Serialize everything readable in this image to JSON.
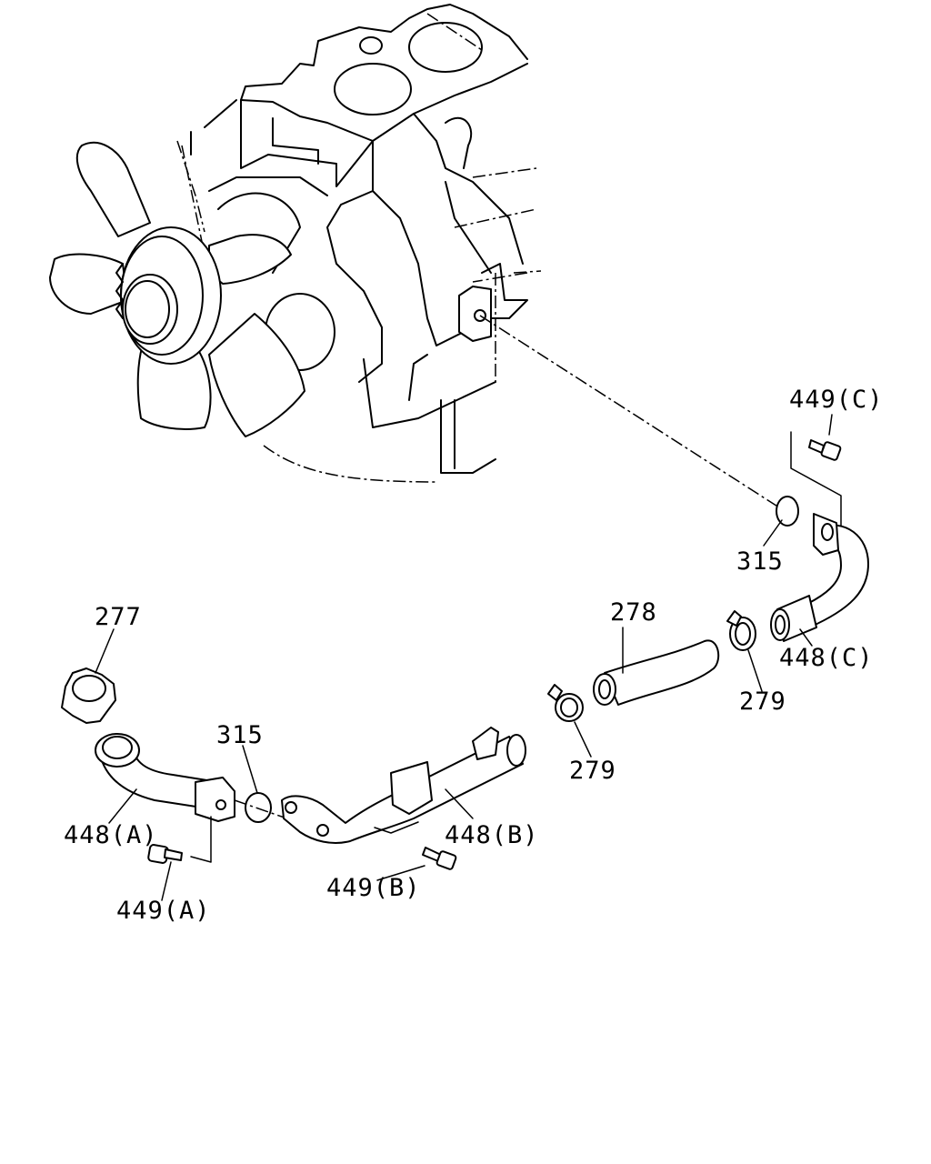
{
  "labels": {
    "p449c": "449(C)",
    "p315_upper": "315",
    "p278": "278",
    "p279_upper": "279",
    "p448c": "448(C)",
    "p277": "277",
    "p315_lower": "315",
    "p279_lower": "279",
    "p448a": "448(A)",
    "p448b": "448(B)",
    "p449b": "449(B)",
    "p449a": "449(A)"
  }
}
